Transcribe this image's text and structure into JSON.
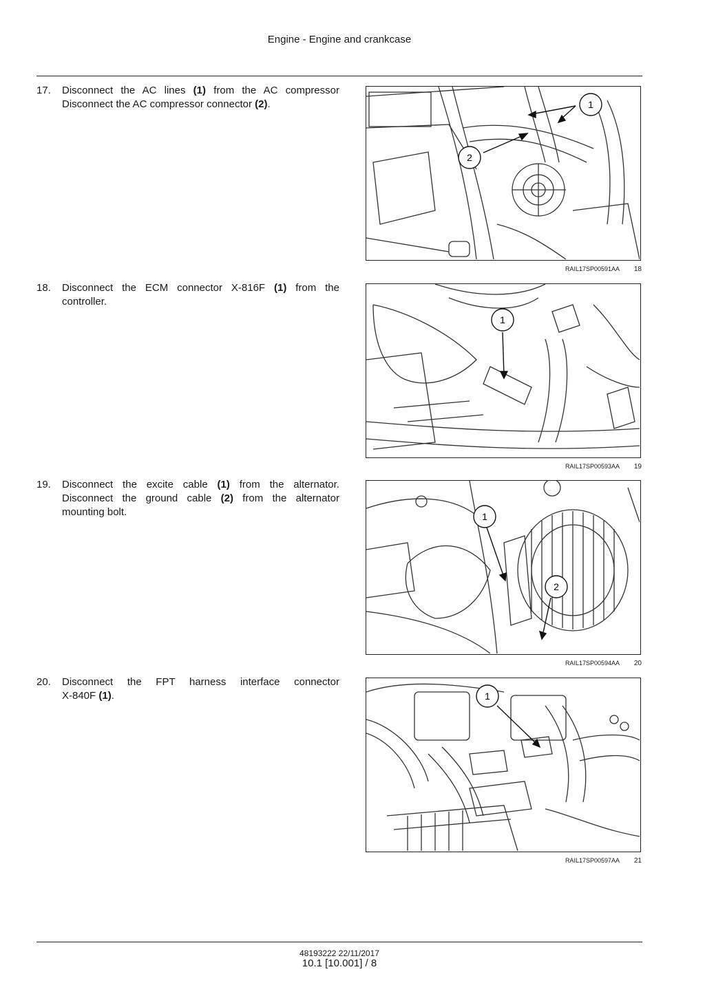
{
  "header": {
    "title": "Engine - Engine and crankcase"
  },
  "steps": [
    {
      "number": "17.",
      "lines": [
        [
          {
            "t": "Disconnect the AC lines "
          },
          {
            "t": "(1)",
            "b": true
          },
          {
            "t": " from the AC compressor"
          }
        ],
        [
          {
            "t": "Disconnect the AC compressor connector "
          },
          {
            "t": "(2)",
            "b": true
          },
          {
            "t": "."
          }
        ]
      ],
      "figure": {
        "code": "RAIL17SP00591AA",
        "number": "18",
        "callouts": [
          "1",
          "2"
        ]
      }
    },
    {
      "number": "18.",
      "lines": [
        [
          {
            "t": "Disconnect the ECM connector X-816F "
          },
          {
            "t": "(1)",
            "b": true
          },
          {
            "t": " from the"
          }
        ],
        [
          {
            "t": "controller."
          }
        ]
      ],
      "figure": {
        "code": "RAIL17SP00593AA",
        "number": "19",
        "callouts": [
          "1"
        ]
      }
    },
    {
      "number": "19.",
      "lines": [
        [
          {
            "t": "Disconnect the excite cable "
          },
          {
            "t": "(1)",
            "b": true
          },
          {
            "t": " from the alternator."
          }
        ],
        [
          {
            "t": "Disconnect the ground cable "
          },
          {
            "t": "(2)",
            "b": true
          },
          {
            "t": " from the alternator"
          }
        ],
        [
          {
            "t": "mounting bolt."
          }
        ]
      ],
      "figure": {
        "code": "RAIL17SP00594AA",
        "number": "20",
        "callouts": [
          "1",
          "2"
        ]
      }
    },
    {
      "number": "20.",
      "lines": [
        [
          {
            "t": "Disconnect the FPT harness interface connector"
          }
        ],
        [
          {
            "t": "X-840F "
          },
          {
            "t": "(1)",
            "b": true
          },
          {
            "t": "."
          }
        ]
      ],
      "figure": {
        "code": "RAIL17SP00597AA",
        "number": "21",
        "callouts": [
          "1"
        ]
      }
    }
  ],
  "footer": {
    "doc_ref": "48193222 22/11/2017",
    "page_ref": "10.1 [10.001] / 8"
  }
}
